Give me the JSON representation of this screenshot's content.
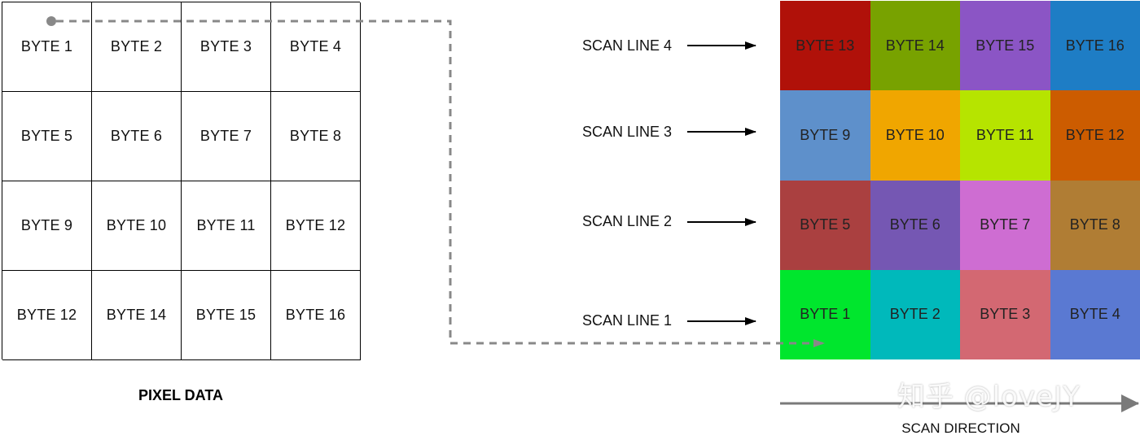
{
  "pixel_data": {
    "caption": "PIXEL DATA",
    "cells": [
      "BYTE 1",
      "BYTE 2",
      "BYTE 3",
      "BYTE 4",
      "BYTE 5",
      "BYTE 6",
      "BYTE 7",
      "BYTE 8",
      "BYTE 9",
      "BYTE 10",
      "BYTE 11",
      "BYTE 12",
      "BYTE 12",
      "BYTE 14",
      "BYTE 15",
      "BYTE 16"
    ]
  },
  "scan_lines": [
    "SCAN LINE 4",
    "SCAN LINE 3",
    "SCAN LINE 2",
    "SCAN LINE 1"
  ],
  "scan_grid": {
    "cells": [
      {
        "label": "BYTE 13",
        "color": "#b01109"
      },
      {
        "label": "BYTE 14",
        "color": "#78a200"
      },
      {
        "label": "BYTE 15",
        "color": "#8b55c5"
      },
      {
        "label": "BYTE 16",
        "color": "#1e7dc5"
      },
      {
        "label": "BYTE 9",
        "color": "#5e90cb"
      },
      {
        "label": "BYTE 10",
        "color": "#f0a600"
      },
      {
        "label": "BYTE 11",
        "color": "#b6e400"
      },
      {
        "label": "BYTE 12",
        "color": "#cc5c00"
      },
      {
        "label": "BYTE 5",
        "color": "#aa4040"
      },
      {
        "label": "BYTE 6",
        "color": "#7557b3"
      },
      {
        "label": "BYTE 7",
        "color": "#ce6dd2"
      },
      {
        "label": "BYTE 8",
        "color": "#b07d34"
      },
      {
        "label": "BYTE 1",
        "color": "#00e62d"
      },
      {
        "label": "BYTE 2",
        "color": "#00b9bb"
      },
      {
        "label": "BYTE 3",
        "color": "#d36872"
      },
      {
        "label": "BYTE 4",
        "color": "#5a79d2"
      }
    ]
  },
  "scan_direction": {
    "label": "SCAN DIRECTION"
  },
  "watermark": "知乎 @loveJY",
  "colors": {
    "dashed_path": "#888888",
    "arrow": "#000000",
    "scan_direction_arrow": "#7a7a7a"
  }
}
